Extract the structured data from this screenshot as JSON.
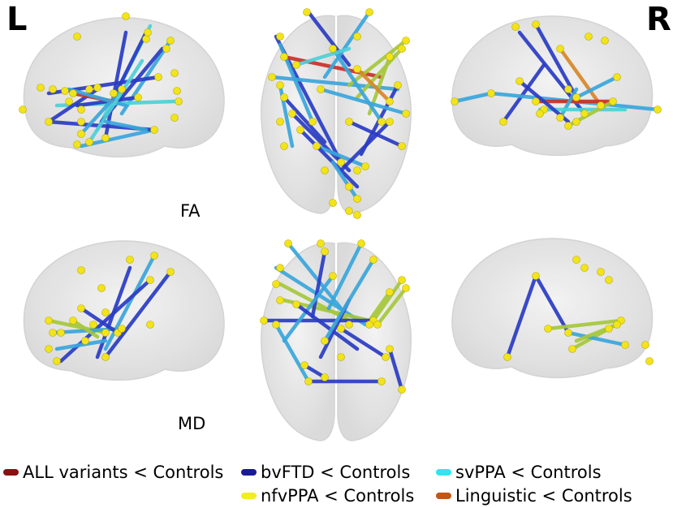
{
  "labels": {
    "left_hemisphere": "L",
    "right_hemisphere": "R",
    "row_fa": "FA",
    "row_md": "MD"
  },
  "legend": [
    {
      "label": "ALL variants < Controls",
      "color": "#8b1010"
    },
    {
      "label": "bvFTD < Controls",
      "color": "#1a1a96"
    },
    {
      "label": "svPPA < Controls",
      "color": "#2fe6ef"
    },
    {
      "label": "nfvPPA < Controls",
      "color": "#f2ee1e"
    },
    {
      "label": "Linguistic < Controls",
      "color": "#c25612"
    }
  ],
  "colors": {
    "node": "#f2e418",
    "brain_fill": "#e6e6e6",
    "brain_edge": "#cfcfcf",
    "edge_bvftd": "#2a3cc4",
    "edge_svppa": "#3aa6dc",
    "edge_nfvppa": "#a6c83c",
    "edge_cyan": "#4fd0d8",
    "edge_all": "#c83228",
    "edge_linguistic": "#d8882a"
  }
}
